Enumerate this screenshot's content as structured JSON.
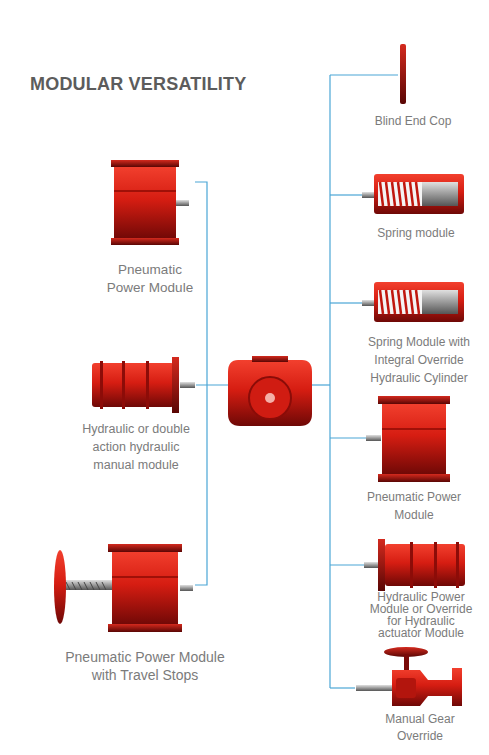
{
  "diagram": {
    "title": "MODULAR VERSATILITY",
    "nodes": [
      {
        "text": [
          "Pneumatic Power Module"
        ]
      },
      {
        "text": [
          "Hydraulic or double action hydraulic manual module"
        ]
      },
      {
        "text": [
          "Pneumatic Power Module with Travel Stops"
        ]
      },
      {
        "text": [
          "Blind End Cop"
        ]
      },
      {
        "text": [
          "Spring module"
        ]
      },
      {
        "text": [
          "Spring Module with Integral Override Hydraulic Cylinder"
        ]
      },
      {
        "text": [
          "Pneumatic Power Module"
        ]
      },
      {
        "text": [
          "Hydraulic Power Module or Override for Hydraulic actuator Module"
        ]
      },
      {
        "text": [
          "Manual Gear Override"
        ]
      }
    ]
  }
}
